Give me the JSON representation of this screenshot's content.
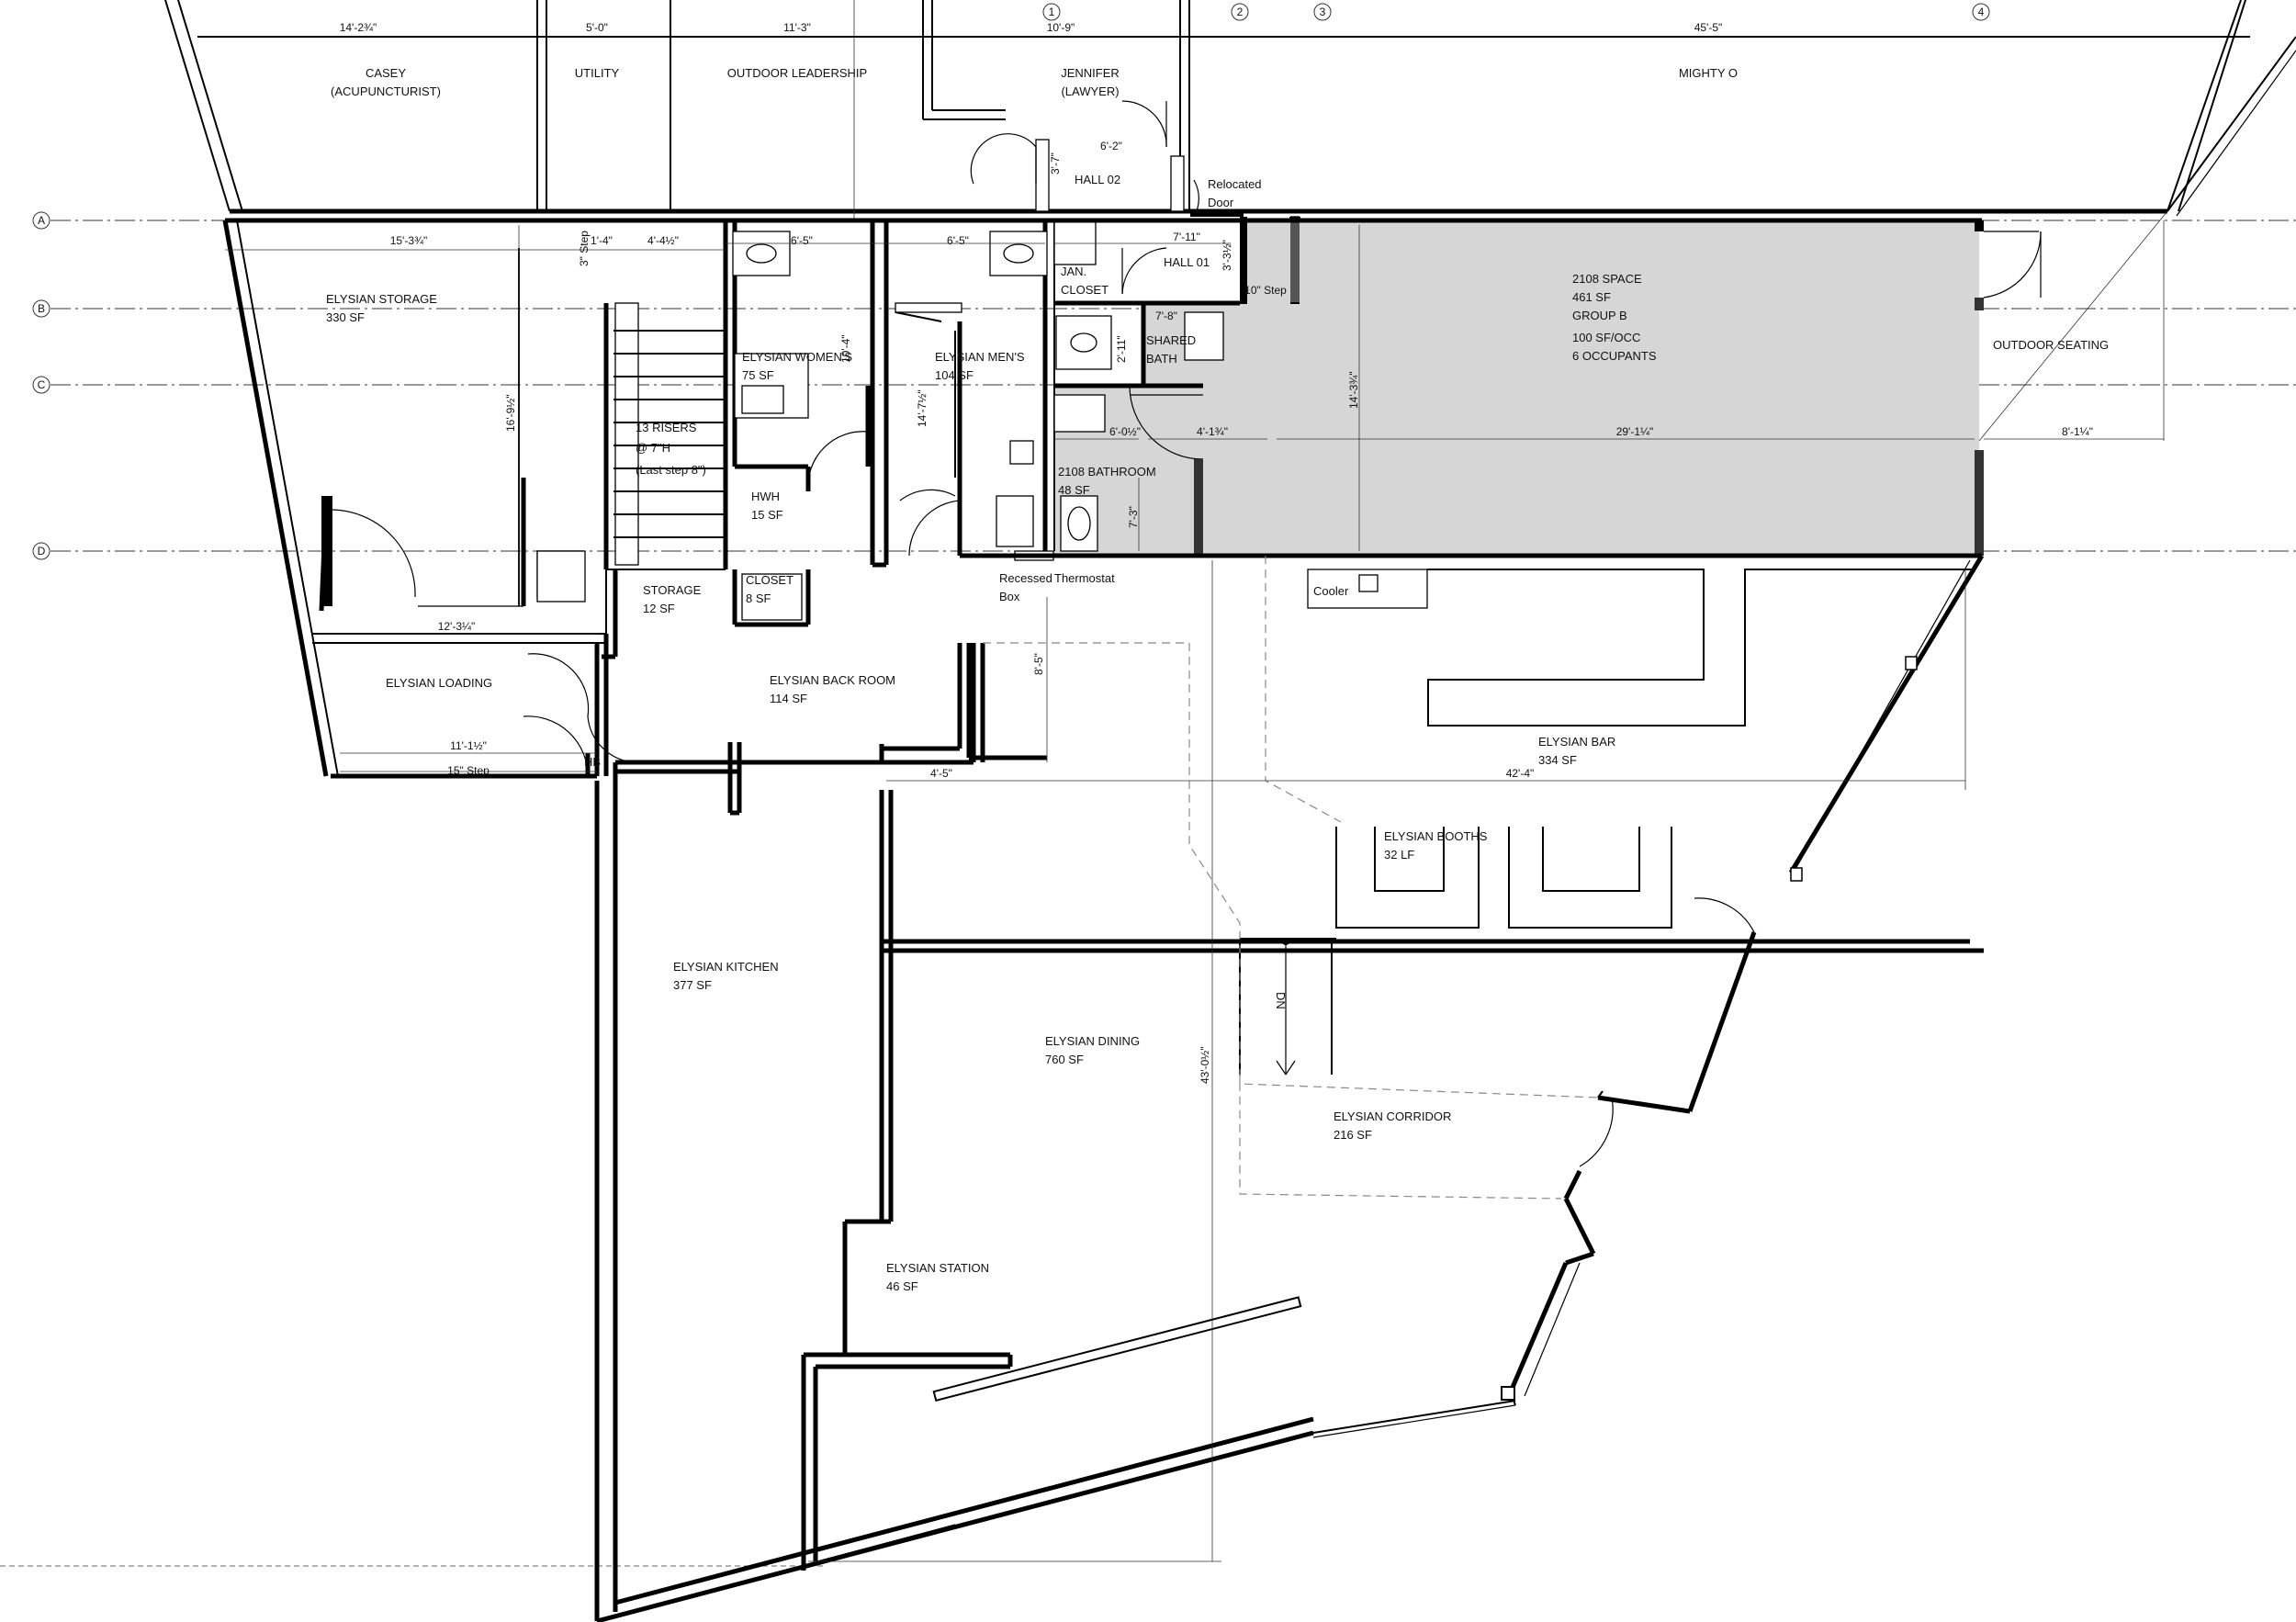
{
  "sheet": {
    "grid_lines": [
      "A",
      "B",
      "C",
      "D"
    ],
    "columns": [
      "1",
      "2",
      "3",
      "4"
    ]
  },
  "rooms": {
    "casey": {
      "name": "CASEY",
      "sub": "(ACUPUNCTURIST)"
    },
    "utility": {
      "name": "UTILITY"
    },
    "outdoor_leadership": {
      "name": "OUTDOOR LEADERSHIP"
    },
    "jennifer": {
      "name": "JENNIFER",
      "sub": "(LAWYER)"
    },
    "mighty_o": {
      "name": "MIGHTY O"
    },
    "hall02": {
      "name": "HALL 02"
    },
    "hall01": {
      "name": "HALL 01"
    },
    "relocated_door": {
      "line1": "Relocated",
      "line2": "Door"
    },
    "jan_closet": {
      "line1": "JAN.",
      "line2": "CLOSET"
    },
    "shared_bath": {
      "line1": "SHARED",
      "line2": "BATH"
    },
    "space_2108": {
      "name": "2108 SPACE",
      "area": "461 SF",
      "group": "GROUP B",
      "load": "100 SF/OCC",
      "occupants": "6 OCCUPANTS"
    },
    "outdoor_seating": {
      "name": "OUTDOOR SEATING"
    },
    "elysian_storage": {
      "name": "ELYSIAN STORAGE",
      "area": "330 SF"
    },
    "elysian_womens": {
      "name": "ELYSIAN WOMEN'S",
      "area": "75 SF"
    },
    "elysian_mens": {
      "name": "ELYSIAN MEN'S",
      "area": "104 SF"
    },
    "bathroom_2108": {
      "name": "2108 BATHROOM",
      "area": "48 SF"
    },
    "stair": {
      "line1": "13 RISERS",
      "line2": "@ 7\"H",
      "line3": "(Last step 8\")"
    },
    "hwh": {
      "name": "HWH",
      "area": "15 SF"
    },
    "storage": {
      "name": "STORAGE",
      "area": "12 SF"
    },
    "closet": {
      "name": "CLOSET",
      "area": "8 SF"
    },
    "recessed_box": {
      "line1": "Recessed",
      "line2": "Box"
    },
    "thermostat": {
      "name": "Thermostat"
    },
    "cooler": {
      "name": "Cooler"
    },
    "elysian_loading": {
      "name": "ELYSIAN LOADING"
    },
    "elysian_back_room": {
      "name": "ELYSIAN BACK ROOM",
      "area": "114 SF"
    },
    "elysian_bar": {
      "name": "ELYSIAN BAR",
      "area": "334 SF"
    },
    "elysian_booths": {
      "name": "ELYSIAN BOOTHS",
      "area": "32 LF"
    },
    "elysian_kitchen": {
      "name": "ELYSIAN KITCHEN",
      "area": "377 SF"
    },
    "elysian_dining": {
      "name": "ELYSIAN DINING",
      "area": "760 SF"
    },
    "elysian_corridor": {
      "name": "ELYSIAN CORRIDOR",
      "area": "216 SF"
    },
    "elysian_station": {
      "name": "ELYSIAN STATION",
      "area": "46 SF"
    },
    "ramp_dn": "DN",
    "hb": "HB"
  },
  "dimensions": {
    "casey_w": "14'-2¾\"",
    "utility_w": "5'-0\"",
    "outdoor_w": "11'-3\"",
    "jennifer_w": "10'-9\"",
    "mighty_w": "45'-5\"",
    "hall02_w": "6'-2\"",
    "hall02_h": "3'-7\"",
    "storage_w": "15'-3¾\"",
    "stair_w": "1'-4\"",
    "stair_w2": "4'-4½\"",
    "step3": "3\" Step",
    "womens_w": "6'-5\"",
    "mens_w": "6'-5\"",
    "hall01_w": "7'-11\"",
    "hall01_h": "3'-3½\"",
    "step10": "10\" Step",
    "bath_w": "7'-8\"",
    "bath_h": "2'-11\"",
    "womens_h": "10'-4\"",
    "storage_h": "16'-9½\"",
    "mens_h": "14'-7½\"",
    "space_h": "14'-3¾\"",
    "bath2108_w": "6'-0½\"",
    "seg_w": "4'-1¾\"",
    "space_w": "29'-1¼\"",
    "seating_w": "8'-1¼\"",
    "bath2108_h": "7'-3\"",
    "loading_w": "12'-3¼\"",
    "backroom_h": "8'-5\"",
    "loading_w2": "11'-1½\"",
    "step15": "15\" Step",
    "seg2_w": "4'-5\"",
    "bar_w": "42'-4\"",
    "dining_h": "43'-0½\""
  }
}
